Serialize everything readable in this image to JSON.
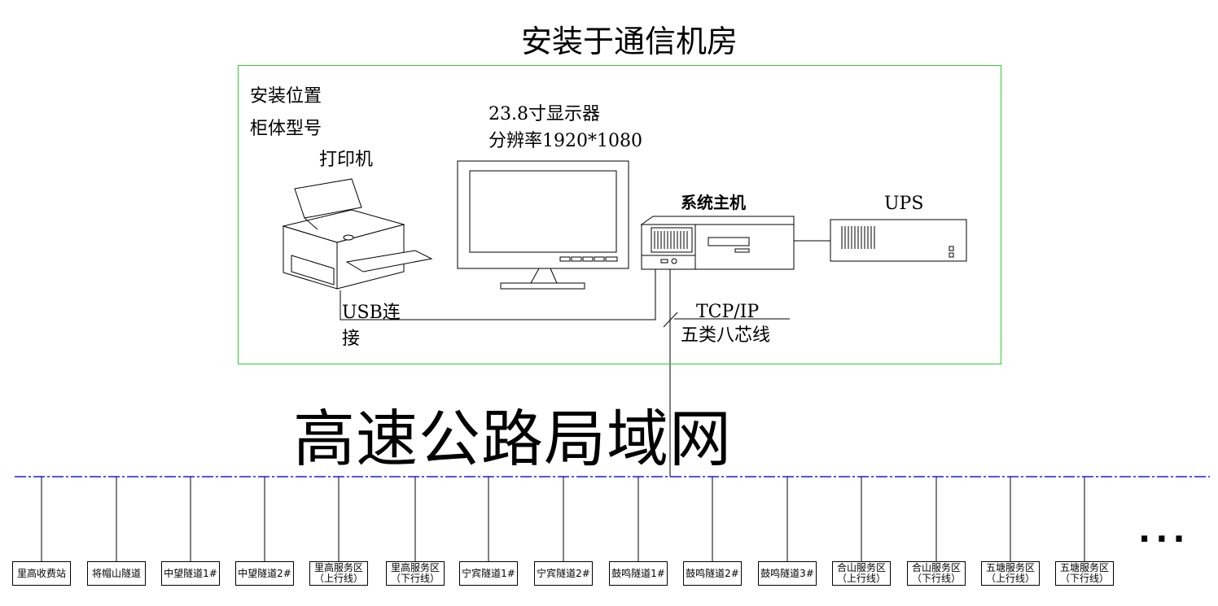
{
  "title": "安装于通信机房",
  "room": {
    "install_location": "安装位置",
    "cabinet_model": "柜体型号",
    "printer_label": "打印机",
    "monitor_label_1": "23.8寸显示器",
    "monitor_label_2": "分辨率1920*1080",
    "host_label": "系统主机",
    "ups_label": "UPS",
    "usb_label_1": "USB连",
    "usb_label_2": "接",
    "tcp_label_1": "TCP/IP",
    "tcp_label_2": "五类八芯线"
  },
  "network_label": "高速公路局域网",
  "nodes": [
    {
      "line1": "里高收费站",
      "line2": ""
    },
    {
      "line1": "将帽山隧道",
      "line2": ""
    },
    {
      "line1": "中望隧道1#",
      "line2": ""
    },
    {
      "line1": "中望隧道2#",
      "line2": ""
    },
    {
      "line1": "里高服务区",
      "line2": "（上行线）"
    },
    {
      "line1": "里高服务区",
      "line2": "（下行线）"
    },
    {
      "line1": "宁宾隧道1#",
      "line2": ""
    },
    {
      "line1": "宁宾隧道2#",
      "line2": ""
    },
    {
      "line1": "鼓鸣隧道1#",
      "line2": ""
    },
    {
      "line1": "鼓鸣隧道2#",
      "line2": ""
    },
    {
      "line1": "鼓鸣隧道3#",
      "line2": ""
    },
    {
      "line1": "合山服务区",
      "line2": "（上行线）"
    },
    {
      "line1": "合山服务区",
      "line2": "（下行线）"
    },
    {
      "line1": "五塘服务区",
      "line2": "（上行线）"
    },
    {
      "line1": "五塘服务区",
      "line2": "（下行线）"
    }
  ],
  "more": "...",
  "colors": {
    "room_border": "#33cc33",
    "lan_line": "#1a1aff"
  }
}
